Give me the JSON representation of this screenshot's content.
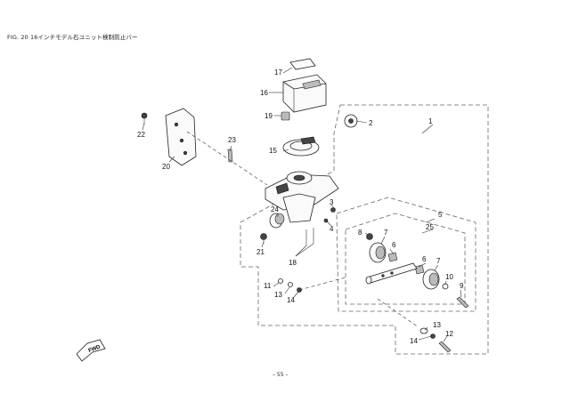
{
  "figure": {
    "title": "FIG. 20  16インチモデル石ユニット検制防止バー",
    "page_number": "– 55 –",
    "fwd_label": "FWD"
  },
  "callouts": [
    "1",
    "2",
    "3",
    "4",
    "5",
    "6",
    "6",
    "7",
    "7",
    "8",
    "9",
    "10",
    "11",
    "12",
    "13",
    "13",
    "14",
    "14",
    "15",
    "16",
    "17",
    "18",
    "19",
    "20",
    "21",
    "22",
    "23",
    "24",
    "25"
  ]
}
